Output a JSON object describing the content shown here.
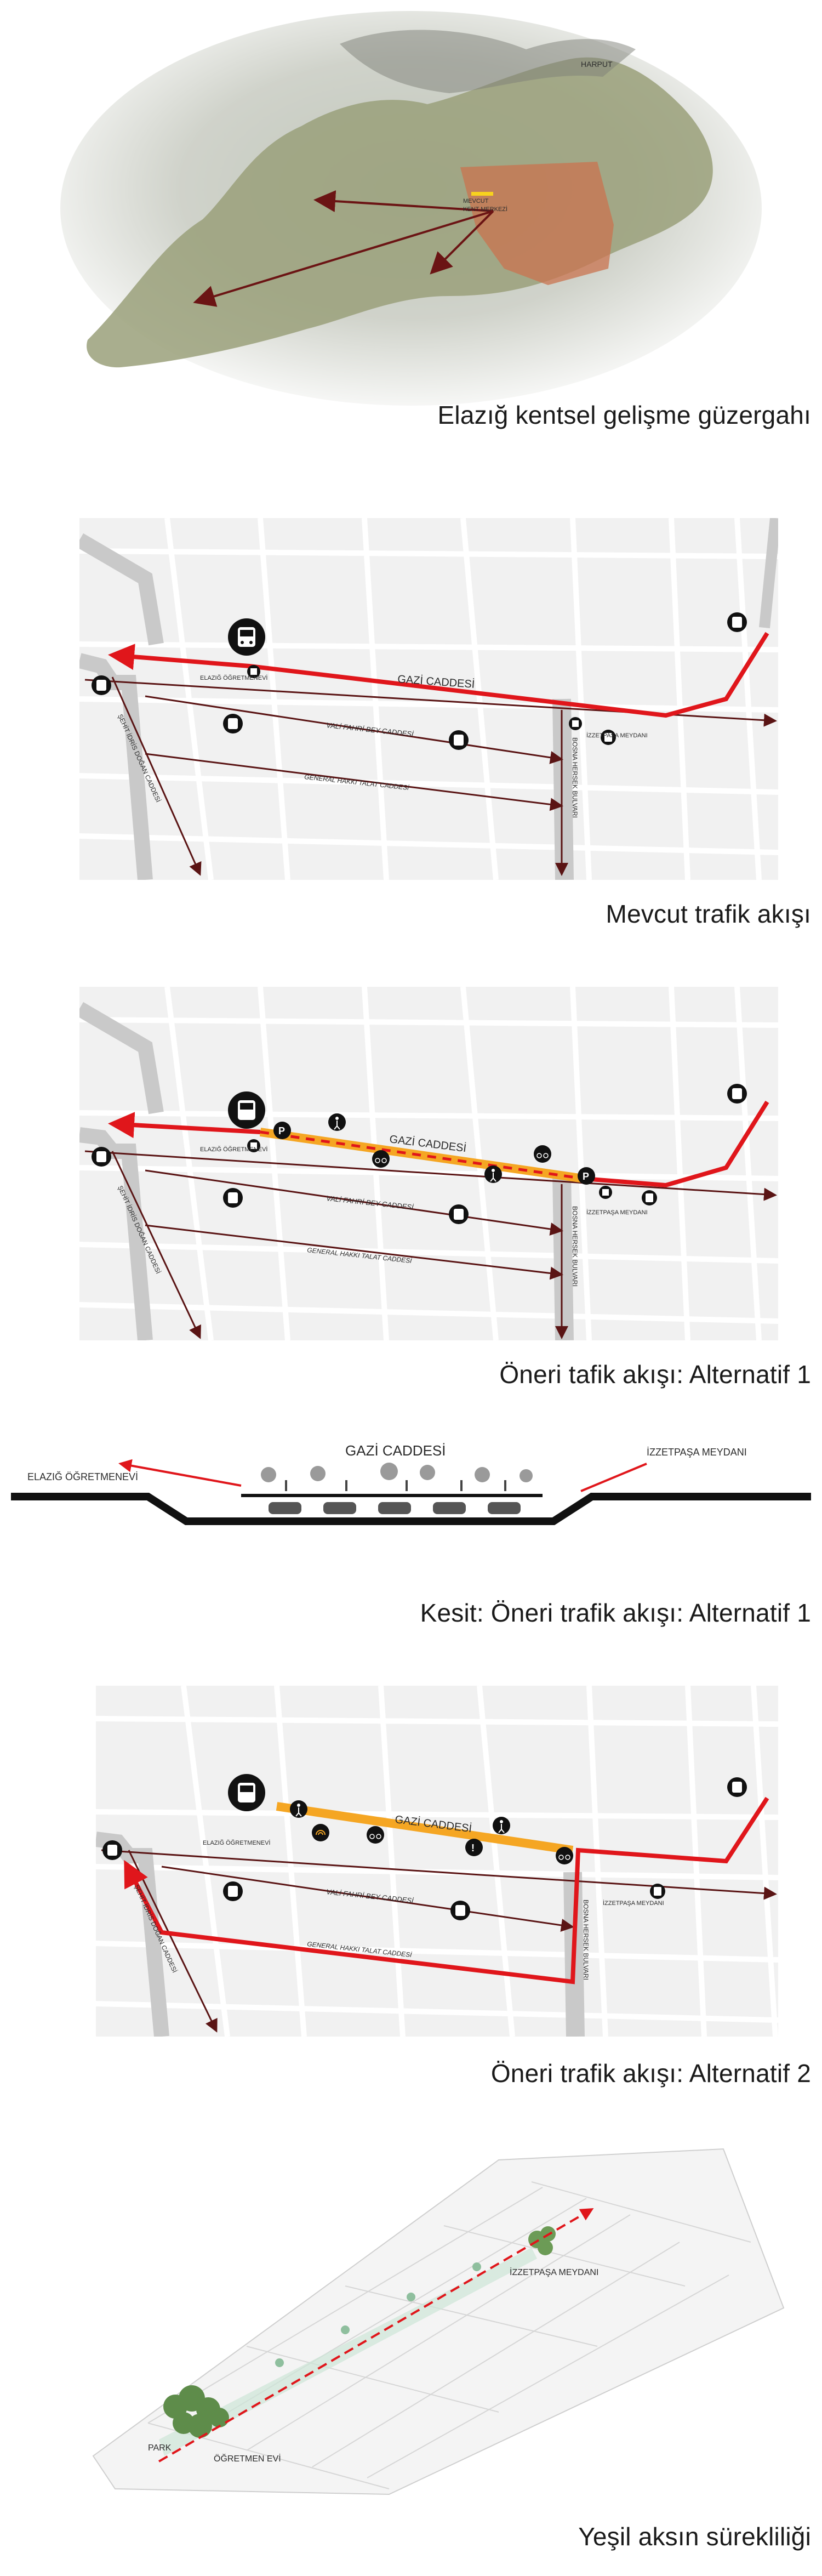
{
  "colors": {
    "route_red": "#e0161b",
    "dark_route": "#5a1414",
    "pedestrian_orange": "#f5a623",
    "pedestrian_yellow": "#f7d21e",
    "center_zone": "#c9734f",
    "map_background": "#f1f1f1",
    "street_grey": "#c9c9c9"
  },
  "sections": [
    {
      "caption": "Elazığ kentsel gelişme güzergahı",
      "labels": {
        "harput": "HARPUT",
        "center": "KENT MERKEZİ",
        "center_small": "MEVCUT"
      }
    },
    {
      "caption": "Mevcut trafik akışı",
      "labels": {
        "gazi": "GAZİ CADDESİ",
        "vali": "VALİ FAHRİ BEY CADDESİ",
        "general": "GENERAL HAKKI TALAT CADDESİ",
        "sehit": "ŞEHİT İDRİS DOĞAN CADDESİ",
        "bosna": "BOSNA HERSEK BULVARI",
        "ogretmen": "ELAZIĞ ÖĞRETMENEVİ",
        "izzetpasa": "İZZETPAŞA MEYDANI"
      }
    },
    {
      "caption": "Öneri tafik akışı: Alternatif 1",
      "labels": {
        "gazi": "GAZİ CADDESİ",
        "vali": "VALİ FAHRİ BEY CADDESİ",
        "general": "GENERAL HAKKI TALAT CADDESİ",
        "sehit": "ŞEHİT İDRİS DOĞAN CADDESİ",
        "bosna": "BOSNA HERSEK BULVARI",
        "ogretmen": "ELAZIĞ ÖĞRETMENEVİ",
        "izzetpasa": "İZZETPAŞA MEYDANI"
      }
    },
    {
      "caption": "Kesit: Öneri trafik akışı: Alternatif 1",
      "labels": {
        "gazi": "GAZİ CADDESİ",
        "left": "ELAZIĞ ÖĞRETMENEVİ",
        "right": "İZZETPAŞA MEYDANI"
      }
    },
    {
      "caption": "Öneri trafik akışı: Alternatif 2",
      "labels": {
        "gazi": "GAZİ CADDESİ",
        "vali": "VALİ FAHRİ BEY CADDESİ",
        "general": "GENERAL HAKKI TALAT CADDESİ",
        "sehit": "ŞEHİT İDRİS DOĞAN CADDESİ",
        "bosna": "BOSNA HERSEK BULVARI",
        "ogretmen": "ELAZIĞ ÖĞRETMENEVİ",
        "izzetpasa": "İZZETPAŞA MEYDANI"
      }
    },
    {
      "caption": "Yeşil aksın sürekliliği",
      "labels": {
        "park": "PARK",
        "ogretmen": "ÖĞRETMEN EVİ",
        "izzetpasa": "İZZETPAŞA MEYDANI"
      }
    }
  ]
}
